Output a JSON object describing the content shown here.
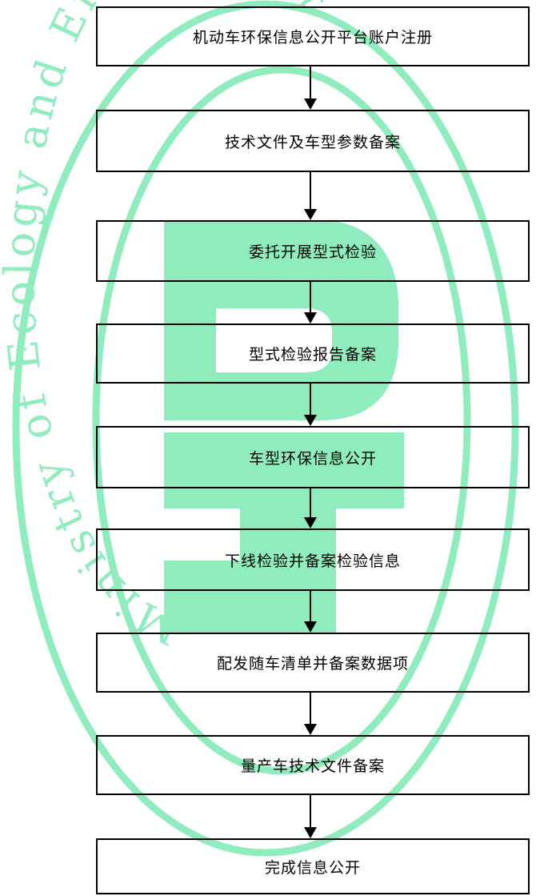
{
  "flowchart": {
    "steps": [
      "机动车环保信息公开平台账户注册",
      "技术文件及车型参数备案",
      "委托开展型式检验",
      "型式检验报告备案",
      "车型环保信息公开",
      "下线检验并备案检验信息",
      "配发随车清单并备案数据项",
      "量产车技术文件备案",
      "完成信息公开"
    ]
  },
  "watermark": {
    "text": "Ministry of Ecology and Environment",
    "color": "#33dd88"
  }
}
